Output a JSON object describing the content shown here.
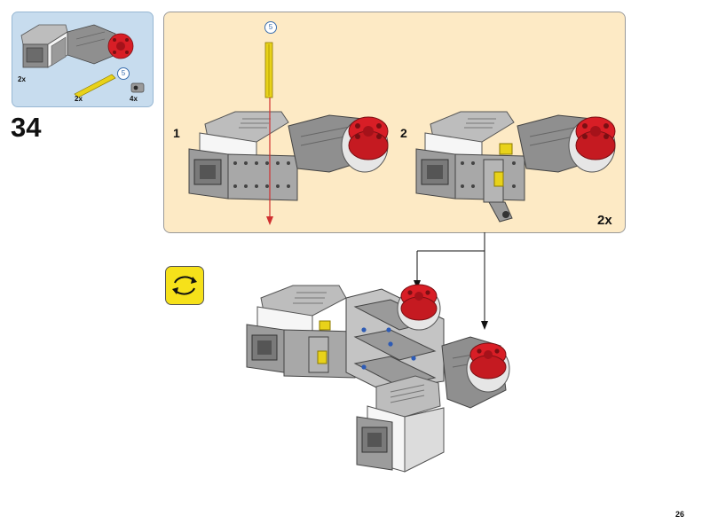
{
  "step": {
    "number": "34"
  },
  "parts": {
    "motor_qty": "2x",
    "axle_qty": "2x",
    "axle_length": "5",
    "connector_qty": "4x"
  },
  "substeps": {
    "first_label": "1",
    "second_label": "2",
    "axle_length": "5",
    "multiplier": "2x"
  },
  "page": {
    "number": "26"
  },
  "colors": {
    "parts_bg": "#c7dcee",
    "substep_bg": "#fdeac5",
    "rotate_bg": "#f6e11a",
    "motor_gray": "#9a9a9a",
    "hub_red": "#d81e26",
    "axle_yellow": "#e8d21a",
    "arrow_red": "#d03030"
  },
  "icons": {
    "rotate": "rotate-model-icon",
    "arrow": "assembly-arrow-icon"
  }
}
